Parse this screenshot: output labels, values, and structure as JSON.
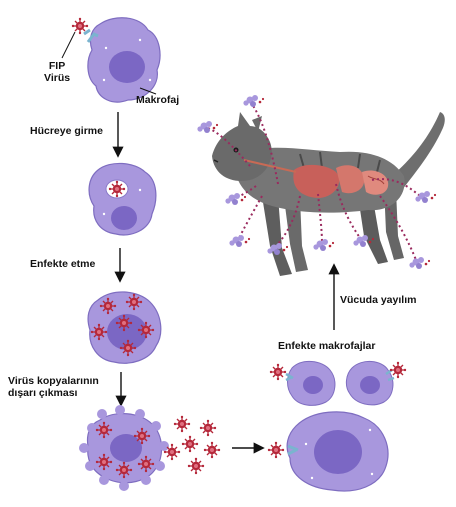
{
  "labels": {
    "fip_line1": "FIP",
    "fip_line2": "Virüs",
    "macrophage": "Makrofaj",
    "step_enter": "Hücreye  girme",
    "step_infect": "Enfekte  etme",
    "step_copies_line1": "Virüs kopyalarının",
    "step_copies_line2": "dışarı çıkması",
    "infected_macrophages": "Enfekte makrofajlar",
    "spread": "Vücuda yayılım"
  },
  "colors": {
    "cell_fill": "#a897dd",
    "cell_stroke": "#7e6dc0",
    "nucleus": "#7b67c4",
    "virus": "#b5283a",
    "receptor": "#7ab4cf",
    "arrow": "#111111",
    "dotted_path": "#9a2a5e",
    "cat_fur": "#6e6e6e",
    "organs": "#c8605a"
  },
  "icons": {
    "virus": "virus-icon",
    "cell": "macrophage-cell",
    "cat": "cat-illustration",
    "arrow": "arrow-icon"
  }
}
